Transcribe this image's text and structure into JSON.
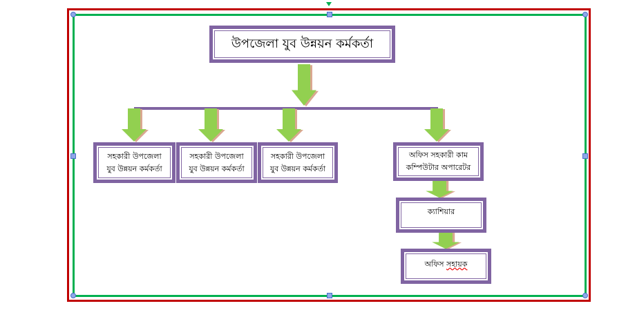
{
  "chart": {
    "head": "উপজেলা যুব উন্নয়ন কর্মকর্তা",
    "assistants": [
      {
        "line1": "সহকারী উপজেলা",
        "line2": "যুব উন্নয়ন কর্মকর্তা"
      },
      {
        "line1": "সহকারী উপজেলা",
        "line2": "যুব উন্নয়ন কর্মকর্তা"
      },
      {
        "line1": "সহকারী উপজেলা",
        "line2": "যুব উন্নয়ন কর্মকর্তা"
      }
    ],
    "operator": {
      "line1": "অফিস সহকারী কাম",
      "line2": "কম্পিউটার অপারেটর"
    },
    "cashier": "ক্যাশিয়ার",
    "office_assistant": {
      "word1": "অফিস",
      "word2": "সহায়ক"
    }
  },
  "colors": {
    "box_border": "#8064a2",
    "arrow": "#92d050",
    "frame_outer": "#c00000",
    "frame_inner": "#00b050"
  }
}
